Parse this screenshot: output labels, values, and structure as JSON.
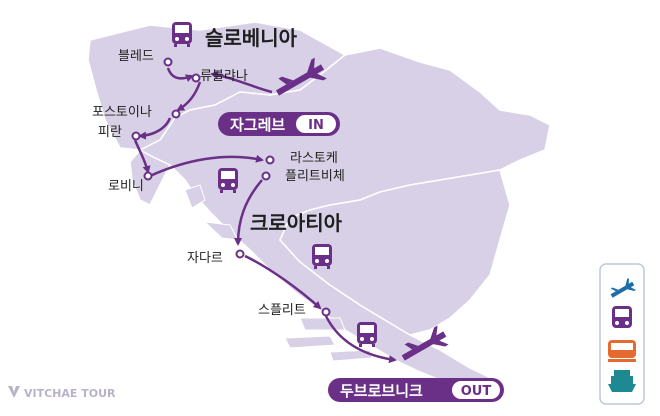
{
  "map": {
    "colors": {
      "land": "#d8d0e6",
      "border": "#ffffff",
      "route": "#6a2f86",
      "label_text": "#1f1f1f",
      "badge_fill": "#6a2f86",
      "badge_text": "#ffffff",
      "transport_bus": "#6a2f86",
      "transport_plane": "#1d6ea8",
      "transport_train": "#e56a2f",
      "transport_ship": "#1d8a93",
      "legend_border": "#bfc9d6",
      "brand": "#b9b2c8"
    },
    "regions": [
      {
        "key": "slovenia",
        "label": "슬로베니아"
      },
      {
        "key": "croatia",
        "label": "크로아티아"
      }
    ],
    "cities": [
      {
        "key": "bled",
        "label": "블레드"
      },
      {
        "key": "ljubljana",
        "label": "류블랴나"
      },
      {
        "key": "postojna",
        "label": "포스토이나"
      },
      {
        "key": "piran",
        "label": "피란"
      },
      {
        "key": "rovinj",
        "label": "로비니"
      },
      {
        "key": "rastoke",
        "label": "라스토케"
      },
      {
        "key": "plitvice",
        "label": "플리트비체"
      },
      {
        "key": "zadar",
        "label": "자다르"
      },
      {
        "key": "split",
        "label": "스플리트"
      }
    ],
    "badges": [
      {
        "key": "zagreb",
        "city": "자그레브",
        "tag": "IN"
      },
      {
        "key": "dubrovnik",
        "city": "두브로브니크",
        "tag": "OUT"
      }
    ],
    "transport_icons": [
      "bus-icon",
      "bus-icon",
      "bus-icon",
      "bus-icon",
      "bus-icon"
    ],
    "legend": {
      "items": [
        {
          "icon": "plane-icon"
        },
        {
          "icon": "bus-icon"
        },
        {
          "icon": "train-icon"
        },
        {
          "icon": "ship-icon"
        }
      ]
    },
    "brand": {
      "name": "VITCHAE TOUR"
    }
  }
}
